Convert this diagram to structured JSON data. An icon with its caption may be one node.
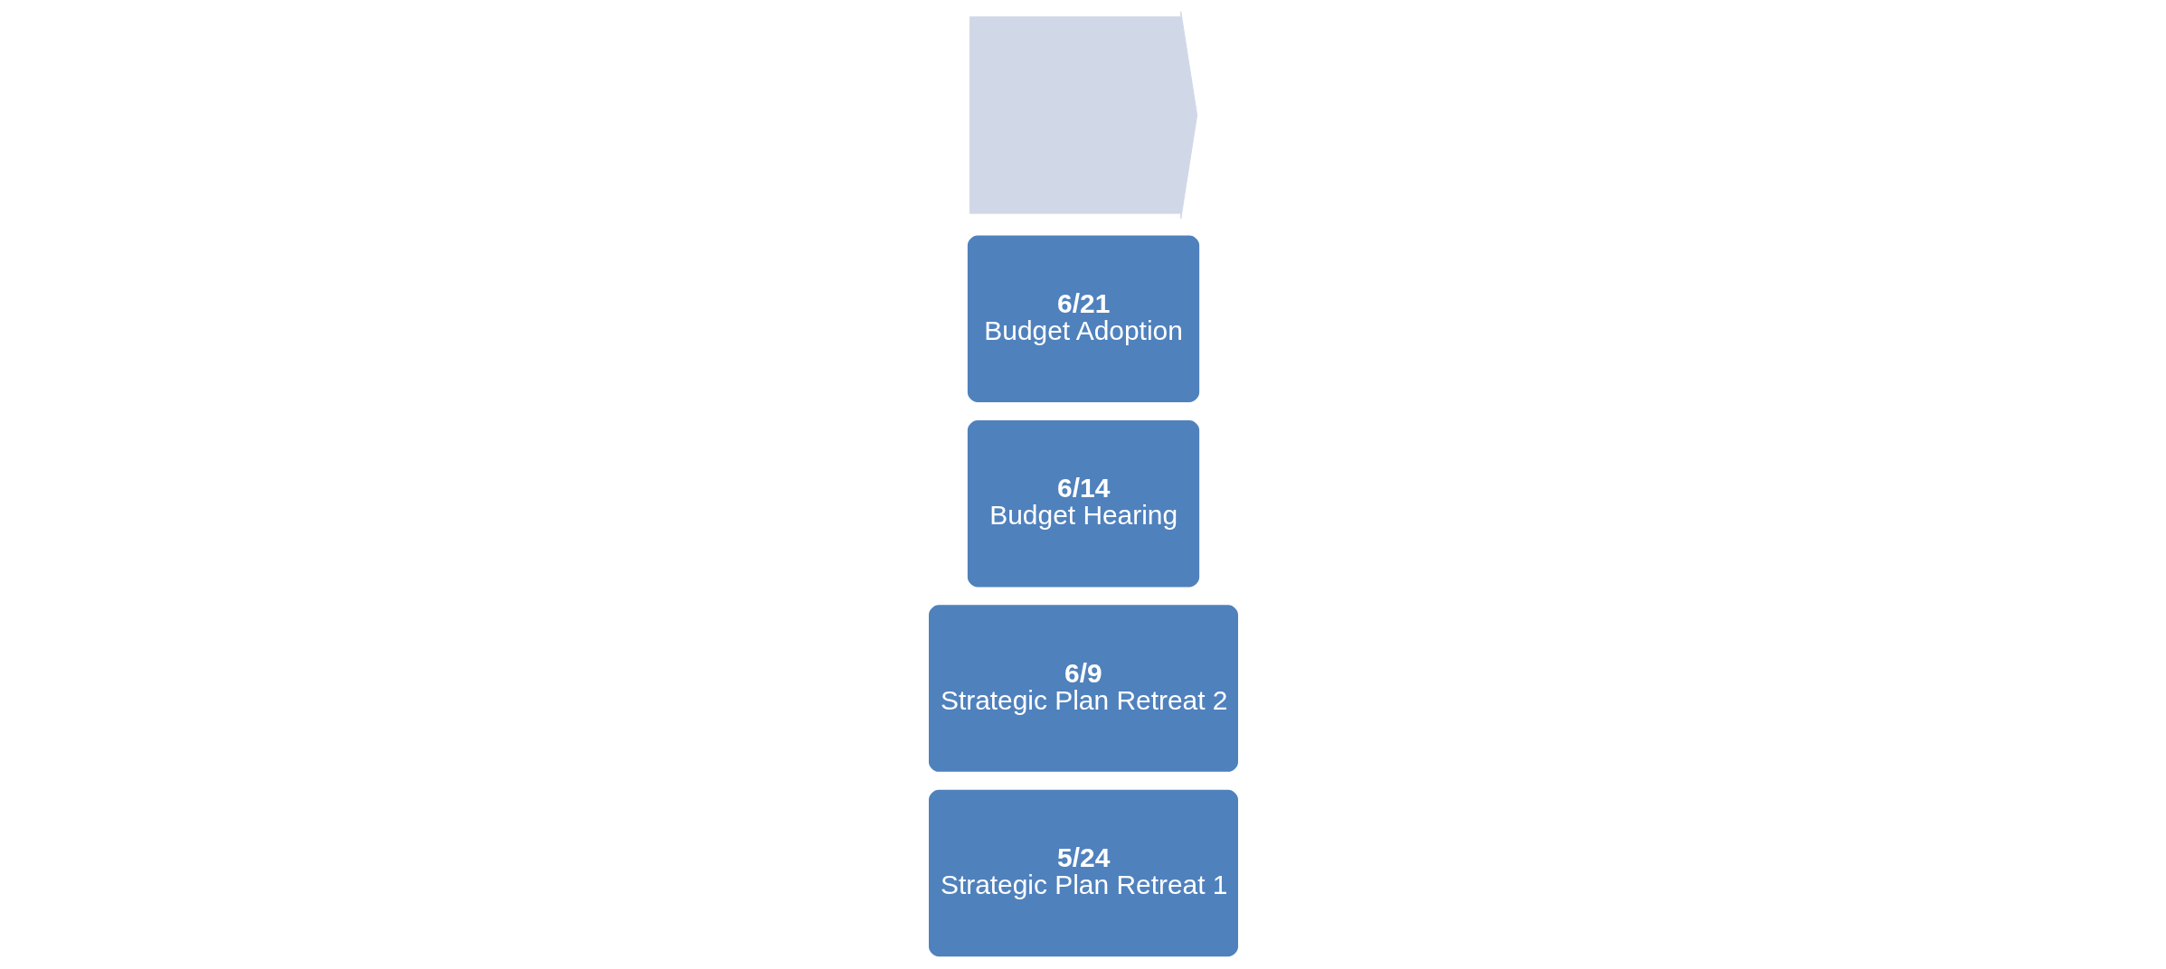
{
  "diagram": {
    "nodes": [
      {
        "text": [],
        "shape": "arrow"
      },
      {
        "text": [
          "5/24",
          "Strategic Plan Retreat 1"
        ]
      },
      {
        "text": [
          "6/9",
          "Strategic Plan Retreat 2"
        ]
      },
      {
        "text": [
          "6/14",
          "Budget Hearing"
        ]
      },
      {
        "text": [
          "6/21",
          "Budget Adoption"
        ]
      }
    ]
  }
}
